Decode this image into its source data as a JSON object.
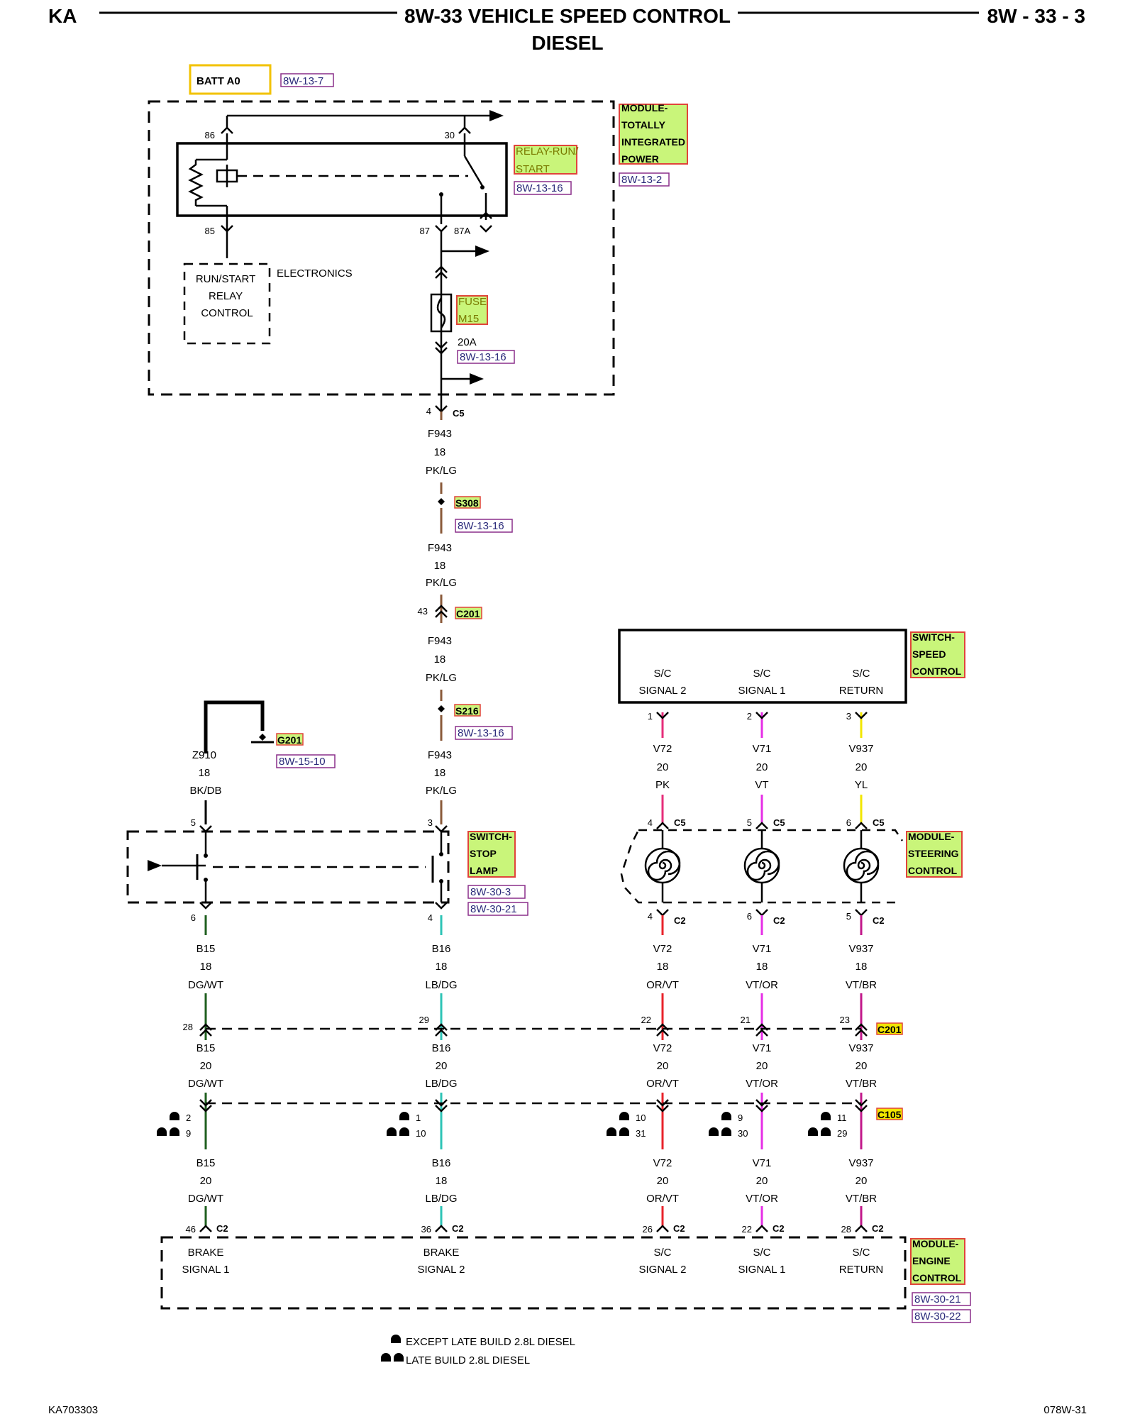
{
  "header": {
    "left": "KA",
    "title": "8W-33 VEHICLE SPEED CONTROL",
    "subtitle": "DIESEL",
    "right": "8W - 33 - 3"
  },
  "footer": {
    "left": "KA703303",
    "right": "078W-31"
  },
  "colors": {
    "pk_lg": "#8a5a3a",
    "dg_wt": "#1f5f1f",
    "lb_dg": "#2ec4b6",
    "red": "#e8232b",
    "magenta": "#e62ee6",
    "yellow": "#f2e600",
    "highlight": "#c9f57a",
    "highlight_border": "#e0443a",
    "ref_border": "#8a2f8a",
    "batt_border": "#f2c200"
  },
  "icons": {
    "connector": "connector-icon",
    "coil": "clockspring-coil-icon",
    "cap": "build-option-icon",
    "ground": "ground-icon"
  },
  "power": {
    "batt": "BATT A0",
    "batt_ref": "8W-13-7"
  },
  "tipm": {
    "label": [
      "MODULE-",
      "TOTALLY",
      "INTEGRATED",
      "POWER"
    ],
    "ref": "8W-13-2",
    "relay_label": [
      "RELAY-RUN/",
      "START"
    ],
    "relay_ref": "8W-13-16",
    "pins": {
      "p86": "86",
      "p30": "30",
      "p85": "85",
      "p87": "87",
      "p87a": "87A"
    },
    "electronics": "ELECTRONICS",
    "run_start_box": [
      "RUN/START",
      "RELAY",
      "CONTROL"
    ],
    "fuse_label": [
      "FUSE",
      "M15"
    ],
    "fuse_rating": "20A",
    "fuse_ref": "8W-13-16"
  },
  "feed": {
    "c5_pin": "4",
    "c5": "C5",
    "w1": [
      "F943",
      "18",
      "PK/LG"
    ],
    "s308": "S308",
    "s308_ref": "8W-13-16",
    "w2": [
      "F943",
      "18",
      "PK/LG"
    ],
    "c201_pin": "43",
    "c201": "C201",
    "w3": [
      "F943",
      "18",
      "PK/LG"
    ],
    "s216": "S216",
    "s216_ref": "8W-13-16",
    "w4": [
      "F943",
      "18",
      "PK/LG"
    ]
  },
  "ground": {
    "g201": "G201",
    "g201_ref": "8W-15-10",
    "w": [
      "Z910",
      "18",
      "BK/DB"
    ]
  },
  "stop_lamp": {
    "label": [
      "SWITCH-",
      "STOP",
      "LAMP"
    ],
    "refs": [
      "8W-30-3",
      "8W-30-21"
    ],
    "pin_in_left": "5",
    "pin_in_right": "3",
    "pin_out_left": "6",
    "pin_out_right": "4"
  },
  "speed_switch": {
    "label": [
      "SWITCH-",
      "SPEED",
      "CONTROL"
    ],
    "cols": [
      {
        "name": [
          "S/C",
          "SIGNAL 2"
        ],
        "pin": "1",
        "wire": [
          "V72",
          "20",
          "PK"
        ],
        "c5pin": "4"
      },
      {
        "name": [
          "S/C",
          "SIGNAL 1"
        ],
        "pin": "2",
        "wire": [
          "V71",
          "20",
          "VT"
        ],
        "c5pin": "5"
      },
      {
        "name": [
          "S/C",
          "RETURN"
        ],
        "pin": "3",
        "wire": [
          "V937",
          "20",
          "YL"
        ],
        "c5pin": "6"
      }
    ],
    "c5": "C5"
  },
  "steering": {
    "label": [
      "MODULE-",
      "STEERING",
      "CONTROL"
    ],
    "c2": "C2",
    "c2pins": [
      "4",
      "6",
      "5"
    ]
  },
  "mid_wires": [
    [
      "B15",
      "18",
      "DG/WT"
    ],
    [
      "B16",
      "18",
      "LB/DG"
    ],
    [
      "V72",
      "18",
      "OR/VT"
    ],
    [
      "V71",
      "18",
      "VT/OR"
    ],
    [
      "V937",
      "18",
      "VT/BR"
    ]
  ],
  "c201_row": {
    "pins": [
      "28",
      "29",
      "22",
      "21",
      "23"
    ],
    "label": "C201"
  },
  "low_wires": [
    [
      "B15",
      "20",
      "DG/WT"
    ],
    [
      "B16",
      "20",
      "LB/DG"
    ],
    [
      "V72",
      "20",
      "OR/VT"
    ],
    [
      "V71",
      "20",
      "VT/OR"
    ],
    [
      "V937",
      "20",
      "VT/BR"
    ]
  ],
  "c105_row": {
    "label": "C105",
    "pins_a": [
      "2",
      "1",
      "10",
      "9",
      "11"
    ],
    "pins_b": [
      "9",
      "10",
      "31",
      "30",
      "29"
    ]
  },
  "bottom_wires": [
    [
      "B15",
      "20",
      "DG/WT"
    ],
    [
      "B16",
      "18",
      "LB/DG"
    ],
    [
      "V72",
      "20",
      "OR/VT"
    ],
    [
      "V71",
      "20",
      "VT/OR"
    ],
    [
      "V937",
      "20",
      "VT/BR"
    ]
  ],
  "ecm": {
    "label": [
      "MODULE-",
      "ENGINE",
      "CONTROL"
    ],
    "refs": [
      "8W-30-21",
      "8W-30-22"
    ],
    "c2": "C2",
    "pins": [
      "46",
      "36",
      "26",
      "22",
      "28"
    ],
    "names": [
      [
        "BRAKE",
        "SIGNAL 1"
      ],
      [
        "BRAKE",
        "SIGNAL 2"
      ],
      [
        "S/C",
        "SIGNAL 2"
      ],
      [
        "S/C",
        "SIGNAL 1"
      ],
      [
        "S/C",
        "RETURN"
      ]
    ]
  },
  "legend": {
    "single": "EXCEPT LATE BUILD 2.8L DIESEL",
    "double": "LATE BUILD 2.8L DIESEL"
  }
}
